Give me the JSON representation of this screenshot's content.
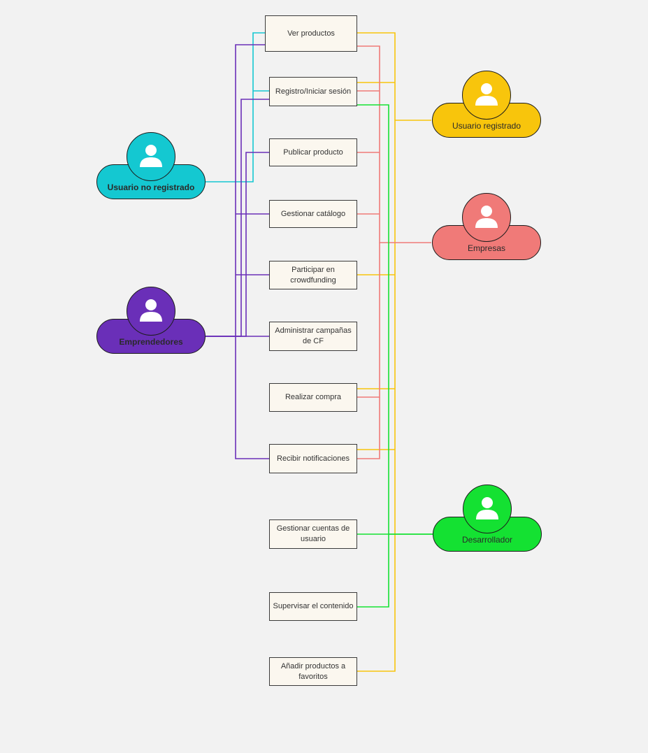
{
  "actors": {
    "no_registrado": {
      "name": "Usuario no registrado",
      "color": "#14c8d1",
      "icon": "user-icon"
    },
    "emprendedores": {
      "name": "Emprendedores",
      "color": "#6a2fb8",
      "icon": "user-icon"
    },
    "registrado": {
      "name": "Usuario registrado",
      "color": "#f8c50c",
      "icon": "user-icon"
    },
    "empresas": {
      "name": "Empresas",
      "color": "#f07a78",
      "icon": "user-icon"
    },
    "desarrollador": {
      "name": "Desarrollador",
      "color": "#14e132",
      "icon": "user-icon"
    }
  },
  "use_cases": {
    "ver_productos": "Ver productos",
    "registro": "Registro/Iniciar sesión",
    "publicar": "Publicar producto",
    "catalogo": "Gestionar catálogo",
    "crowdfunding": "Participar en crowdfunding",
    "campanas": "Administrar campañas de CF",
    "compra": "Realizar compra",
    "notificaciones": "Recibir notificaciones",
    "cuentas": "Gestionar cuentas de usuario",
    "contenido": "Supervisar el contenido",
    "favoritos": "Añadir productos a favoritos"
  }
}
